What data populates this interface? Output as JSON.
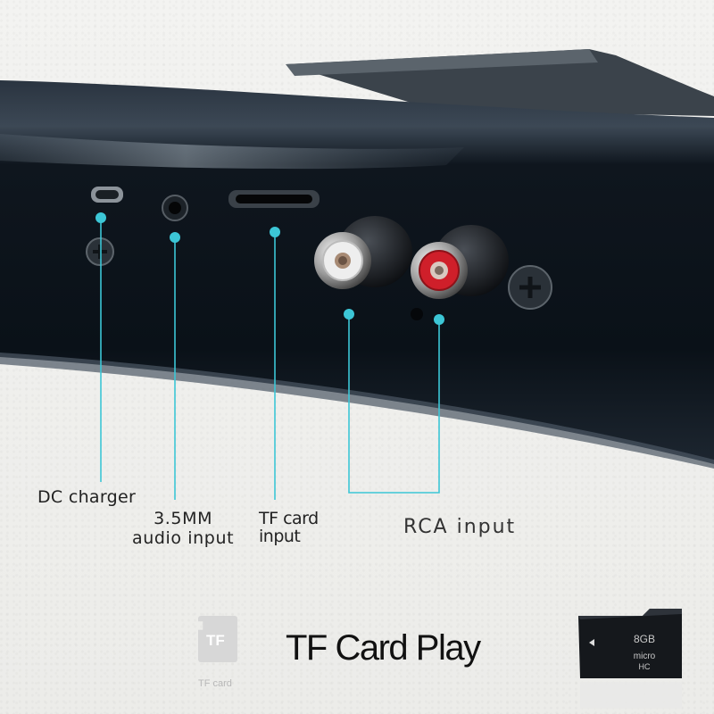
{
  "labels": {
    "dc": "DC charger",
    "audio": "3.5MM\naudio input",
    "tf": "TF card\ninput",
    "rca": "RCA input"
  },
  "headline": "TF Card Play",
  "tf_icon": {
    "text": "TF",
    "caption": "TF card"
  },
  "sd_card": {
    "capacity": "8GB",
    "brand": "micro",
    "mark": "HC"
  },
  "colors": {
    "accent_line": "#3cc6d6",
    "rca_left": "#e8e8e8",
    "rca_right": "#d21f2a",
    "body": "#101820"
  }
}
